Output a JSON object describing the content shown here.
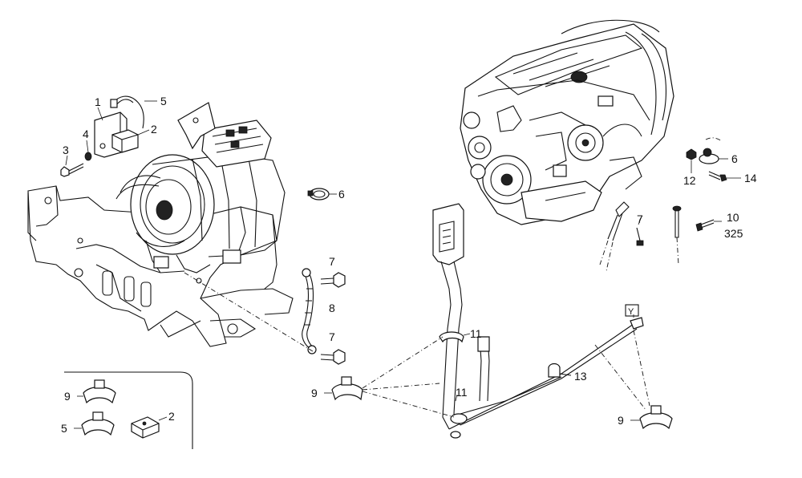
{
  "callouts": {
    "c1": "1",
    "c2_top": "2",
    "c3": "3",
    "c4": "4",
    "c5_top": "5",
    "c6_left": "6",
    "c6_right": "6",
    "c7_mid_top": "7",
    "c7_mid_bottom": "7",
    "c7_right": "7",
    "c8": "8",
    "c9_box_top": "9",
    "c5_box": "5",
    "c2_box": "2",
    "c9_mid": "9",
    "c9_right": "9",
    "c10": "10",
    "c325": "325",
    "c11_top": "11",
    "c11_bottom": "11",
    "c12": "12",
    "c13": "13",
    "c14": "14",
    "cY": "Y"
  },
  "icons": {
    "gearbox": "gearbox-assembly-drawing",
    "engine": "engine-assembly-drawing",
    "harness": "wiring-harness-drawing",
    "clamp": "hose-clamp-drawing",
    "bolt": "bolt-drawing"
  }
}
